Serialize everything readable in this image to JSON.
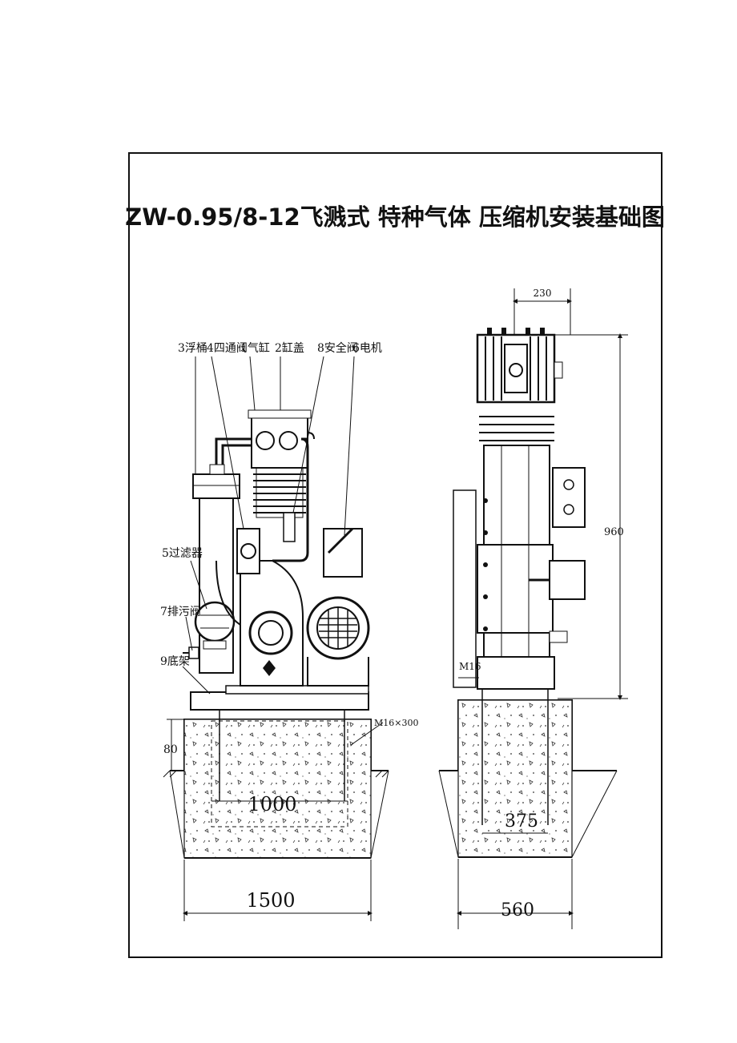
{
  "title": "ZW-0.95/8-12飞溅式 特种气体 压缩机安装基础图",
  "side_view": {
    "labels": {
      "p3": "3浮桶",
      "p4": "4四通阀",
      "p1": "1气缸",
      "p2": "2缸盖",
      "p8": "8安全阀",
      "p6": "6电机",
      "p5": "5过滤器",
      "p7": "7排污阀",
      "p9": "9底架"
    },
    "dims": {
      "depth": "80",
      "bolt": "M16×300",
      "inner_width": "1000",
      "outer_width": "1500"
    }
  },
  "end_view": {
    "dims": {
      "top_width": "230",
      "height": "960",
      "bolt": "M16",
      "bolt_spacing": "375",
      "base_width": "560"
    }
  }
}
